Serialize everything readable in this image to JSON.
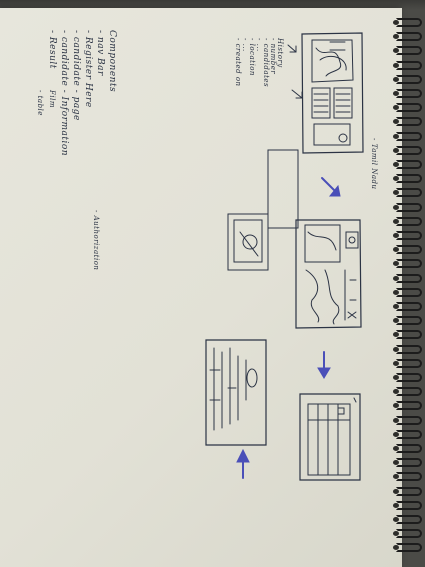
{
  "notes": {
    "components_heading": "Components",
    "components": [
      "- nav Bar",
      "- Register Here",
      "- candidate - page",
      "- candidate - Information",
      "- Result",
      "Film",
      "- table"
    ],
    "history_heading": "History",
    "history_items": [
      "- number",
      "- candidates",
      "- ...",
      "- location",
      "- ...",
      "- created on"
    ],
    "annotation_right": "- Tamil Nadu",
    "annotation_mid": "- Authorization"
  },
  "colors": {
    "paper": "#e4e3d8",
    "ink": "#2b3344",
    "arrow_ink": "#4a4fb8",
    "background": "#4b4b47"
  }
}
